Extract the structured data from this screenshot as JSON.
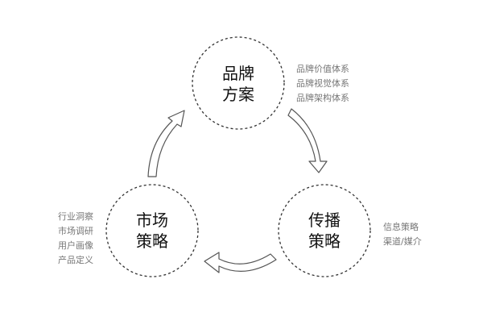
{
  "nodes": {
    "brand": {
      "line1": "品牌",
      "line2": "方案"
    },
    "comm": {
      "line1": "传播",
      "line2": "策略"
    },
    "market": {
      "line1": "市场",
      "line2": "策略"
    }
  },
  "notes": {
    "brand": [
      "品牌价值体系",
      "品牌视觉体系",
      "品牌架构体系"
    ],
    "comm": [
      "信息策略",
      "渠道/媒介"
    ],
    "market": [
      "行业洞察",
      "市场调研",
      "用户画像",
      "产品定义"
    ]
  }
}
